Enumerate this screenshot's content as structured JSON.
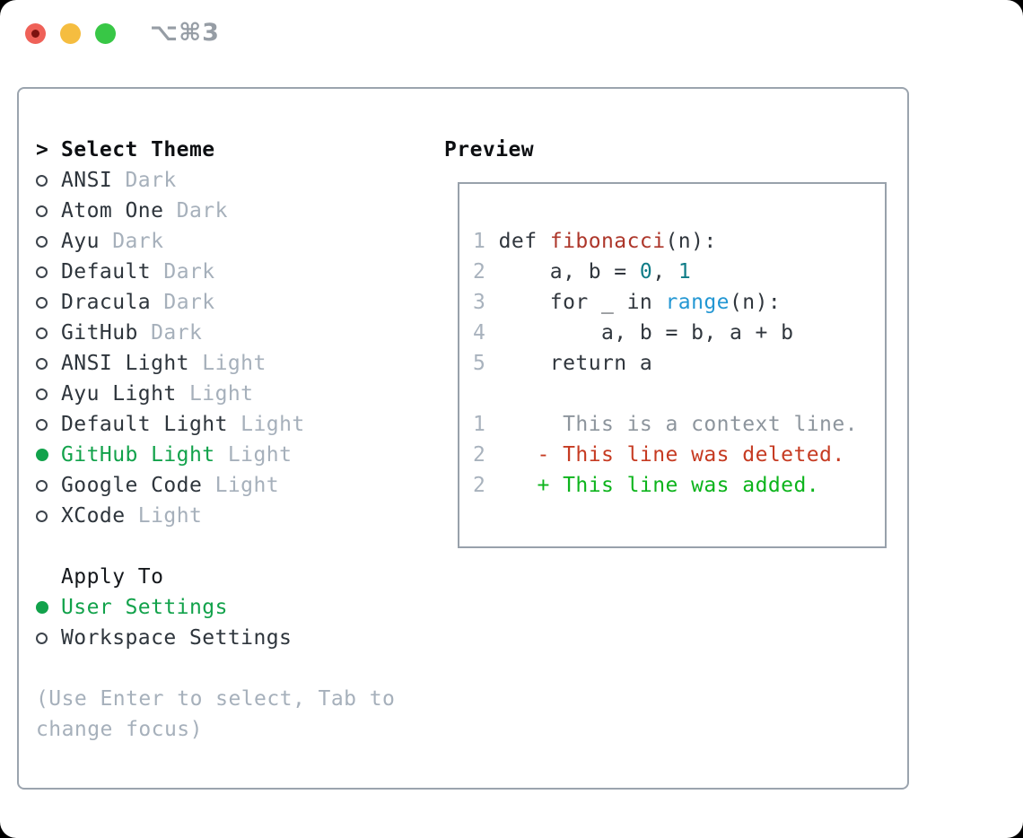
{
  "window": {
    "shortcut": "⌥⌘3",
    "traffic_lights": [
      "close",
      "minimize",
      "zoom"
    ]
  },
  "theme_picker": {
    "header_marker": ">",
    "header": "Select Theme",
    "themes": [
      {
        "name": "ANSI",
        "variant": "Dark",
        "selected": false
      },
      {
        "name": "Atom One",
        "variant": "Dark",
        "selected": false
      },
      {
        "name": "Ayu",
        "variant": "Dark",
        "selected": false
      },
      {
        "name": "Default",
        "variant": "Dark",
        "selected": false
      },
      {
        "name": "Dracula",
        "variant": "Dark",
        "selected": false
      },
      {
        "name": "GitHub",
        "variant": "Dark",
        "selected": false
      },
      {
        "name": "ANSI Light",
        "variant": "Light",
        "selected": false
      },
      {
        "name": "Ayu Light",
        "variant": "Light",
        "selected": false
      },
      {
        "name": "Default Light",
        "variant": "Light",
        "selected": false
      },
      {
        "name": "GitHub Light",
        "variant": "Light",
        "selected": true
      },
      {
        "name": "Google Code",
        "variant": "Light",
        "selected": false
      },
      {
        "name": "XCode",
        "variant": "Light",
        "selected": false
      }
    ],
    "apply_to": {
      "header": "Apply To",
      "options": [
        {
          "label": "User Settings",
          "selected": true
        },
        {
          "label": "Workspace Settings",
          "selected": false
        }
      ]
    },
    "hint_lines": [
      "(Use Enter to select, Tab to",
      "change focus)"
    ]
  },
  "preview": {
    "title": "Preview",
    "lines": [
      {
        "num": "1",
        "segments": [
          [
            "def ",
            "code"
          ],
          [
            "fibonacci",
            "func"
          ],
          [
            "(n):",
            "code"
          ]
        ]
      },
      {
        "num": "2",
        "segments": [
          [
            "    a, b = ",
            "code"
          ],
          [
            "0",
            "num"
          ],
          [
            ", ",
            "code"
          ],
          [
            "1",
            "num"
          ]
        ]
      },
      {
        "num": "3",
        "segments": [
          [
            "    for _ in ",
            "code"
          ],
          [
            "range",
            "builtin"
          ],
          [
            "(n):",
            "code"
          ]
        ]
      },
      {
        "num": "4",
        "segments": [
          [
            "        a, b = b, a + b",
            "code"
          ]
        ]
      },
      {
        "num": "5",
        "segments": [
          [
            "    return a",
            "code"
          ]
        ]
      },
      {
        "num": "",
        "segments": []
      },
      {
        "num": "1",
        "segments": [
          [
            "     This is a context line.",
            "context"
          ]
        ]
      },
      {
        "num": "2",
        "segments": [
          [
            "   ",
            "code"
          ],
          [
            "- This line was deleted.",
            "del"
          ]
        ]
      },
      {
        "num": "2",
        "segments": [
          [
            "   ",
            "code"
          ],
          [
            "+ This line was added.",
            "add"
          ]
        ]
      }
    ]
  },
  "colors": {
    "selected_green": "#12a24b",
    "theme_name": "#2e353c",
    "variant_gray": "#a6b0bb",
    "panel_border": "#9ba4ae",
    "code_default": "#30363d",
    "code_function_red": "#ad362a",
    "code_number_teal": "#0f7c87",
    "code_builtin_blue": "#2397d3",
    "diff_context_gray": "#8d959d",
    "diff_deleted_red": "#c63b22",
    "diff_added_green": "#0db41c",
    "line_number_gray": "#a8b2bd",
    "traffic_red": "#ef6158",
    "traffic_yellow": "#f5bd40",
    "traffic_green": "#38c746"
  }
}
